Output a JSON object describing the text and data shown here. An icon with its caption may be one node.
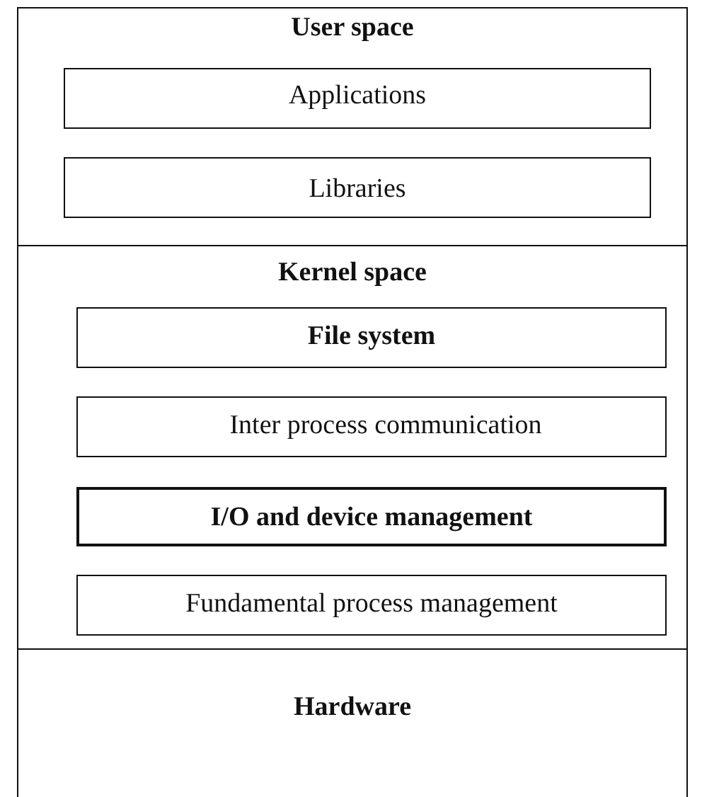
{
  "diagram": {
    "nodes": [
      {
        "text": [
          "User space"
        ]
      },
      {
        "text": [
          "Applications"
        ],
        "in": 0
      },
      {
        "text": [
          "Libraries"
        ],
        "in": 0
      },
      {
        "text": [
          "Kernel space"
        ]
      },
      {
        "text": [
          "File system"
        ],
        "in": 3
      },
      {
        "text": [
          "Inter process communication"
        ],
        "in": 3
      },
      {
        "text": [
          "I/O and device management"
        ],
        "in": 3
      },
      {
        "text": [
          "Fundamental process management"
        ],
        "in": 3
      },
      {
        "text": [
          "Hardware"
        ]
      }
    ]
  }
}
